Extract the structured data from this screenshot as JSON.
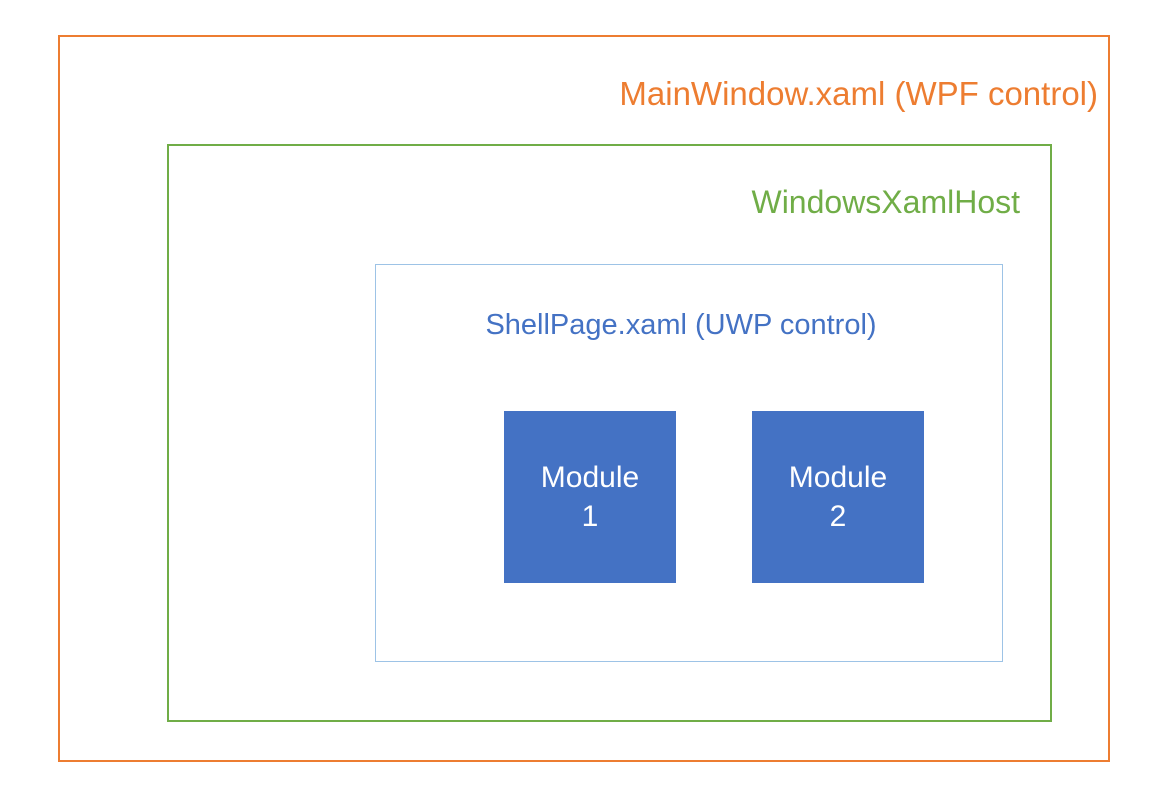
{
  "diagram": {
    "outer_box": {
      "label": "MainWindow.xaml (WPF control)"
    },
    "host_box": {
      "label": "WindowsXamlHost"
    },
    "shell_box": {
      "label": "ShellPage.xaml (UWP control)"
    },
    "modules": [
      {
        "name": "Module",
        "number": "1"
      },
      {
        "name": "Module",
        "number": "2"
      }
    ],
    "colors": {
      "outer_border": "#ED7D31",
      "outer_text": "#ED7D31",
      "host_border": "#70AD47",
      "host_text": "#70AD47",
      "shell_border": "#9DC3E6",
      "shell_text": "#4472C4",
      "module_fill": "#4472C4",
      "module_text": "#FFFFFF"
    }
  }
}
